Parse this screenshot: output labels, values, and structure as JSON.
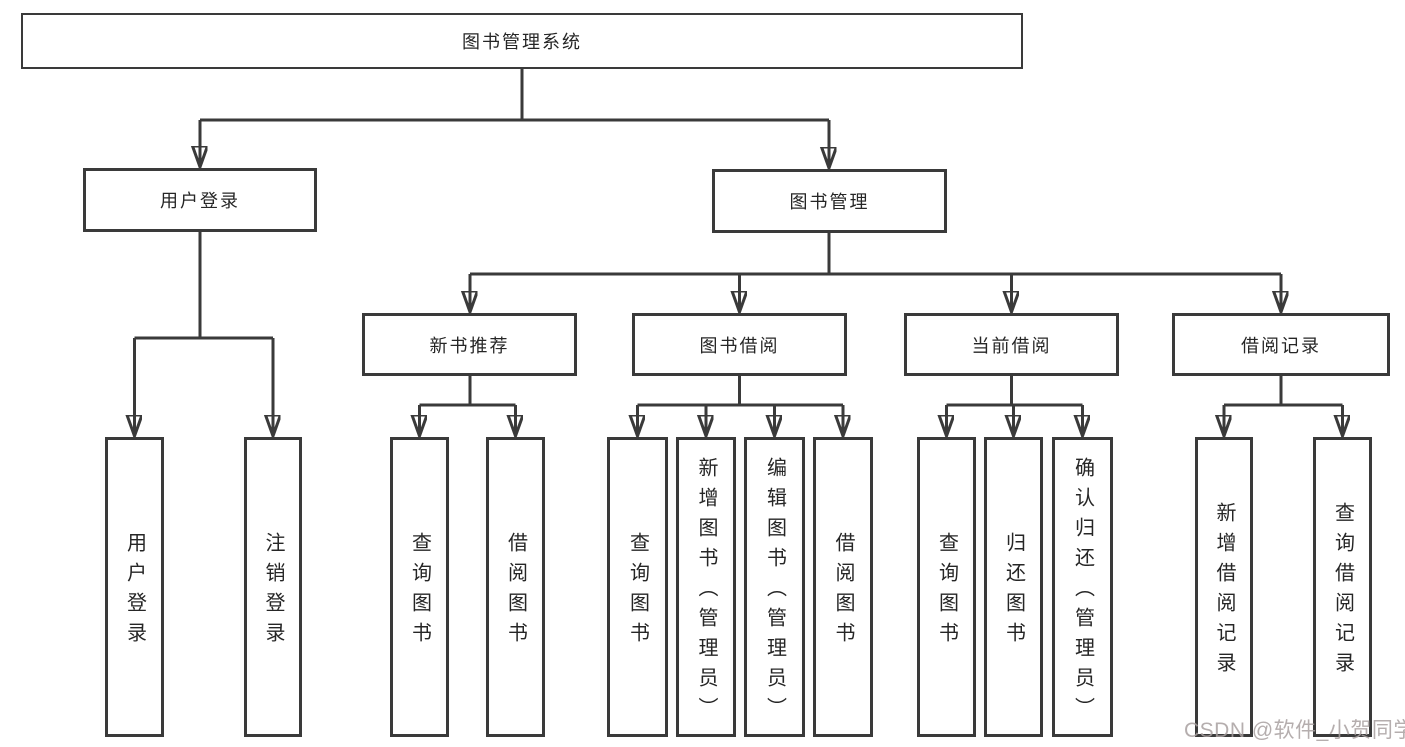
{
  "tree": {
    "root": "图书管理系统",
    "children": [
      {
        "label": "用户登录",
        "leaves": [
          "用户登录",
          "注销登录"
        ]
      },
      {
        "label": "图书管理",
        "children": [
          {
            "label": "新书推荐",
            "leaves": [
              "查询图书",
              "借阅图书"
            ]
          },
          {
            "label": "图书借阅",
            "leaves": [
              "查询图书",
              "新增图书（管理员）",
              "编辑图书（管理员）",
              "借阅图书"
            ]
          },
          {
            "label": "当前借阅",
            "leaves": [
              "查询图书",
              "归还图书",
              "确认归还（管理员）"
            ]
          },
          {
            "label": "借阅记录",
            "leaves": [
              "新增借阅记录",
              "查询借阅记录"
            ]
          }
        ]
      }
    ]
  },
  "watermark": "CSDN @软件_小贺同学",
  "colors": {
    "line": "#3a3a3a",
    "box_border": "#3a3a3a",
    "text": "#262626",
    "watermark": "#a8a0a0",
    "background": "#ffffff"
  }
}
